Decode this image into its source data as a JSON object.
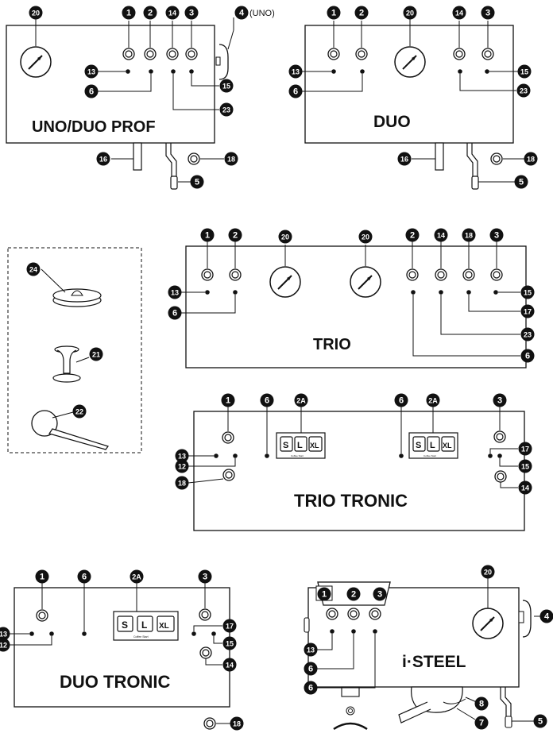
{
  "panels": {
    "uno_duo_prof": {
      "title": "UNO/DUO PROF"
    },
    "duo": {
      "title": "DUO"
    },
    "trio": {
      "title": "TRIO"
    },
    "trio_tronic": {
      "title": "TRIO TRONIC"
    },
    "duo_tronic": {
      "title": "DUO TRONIC"
    },
    "i_steel": {
      "title": "i·STEEL"
    }
  },
  "note_uno": "(UNO)",
  "buttons": {
    "s": "S",
    "l": "L",
    "xl": "XL",
    "caption": "Coffee Start"
  },
  "markers": {
    "n1": "1",
    "n2": "2",
    "n2a": "2A",
    "n3": "3",
    "n4": "4",
    "n5": "5",
    "n6": "6",
    "n7": "7",
    "n8": "8",
    "n12": "12",
    "n13": "13",
    "n14": "14",
    "n15": "15",
    "n16": "16",
    "n17": "17",
    "n18": "18",
    "n20": "20",
    "n21": "21",
    "n22": "22",
    "n23": "23",
    "n24": "24"
  }
}
